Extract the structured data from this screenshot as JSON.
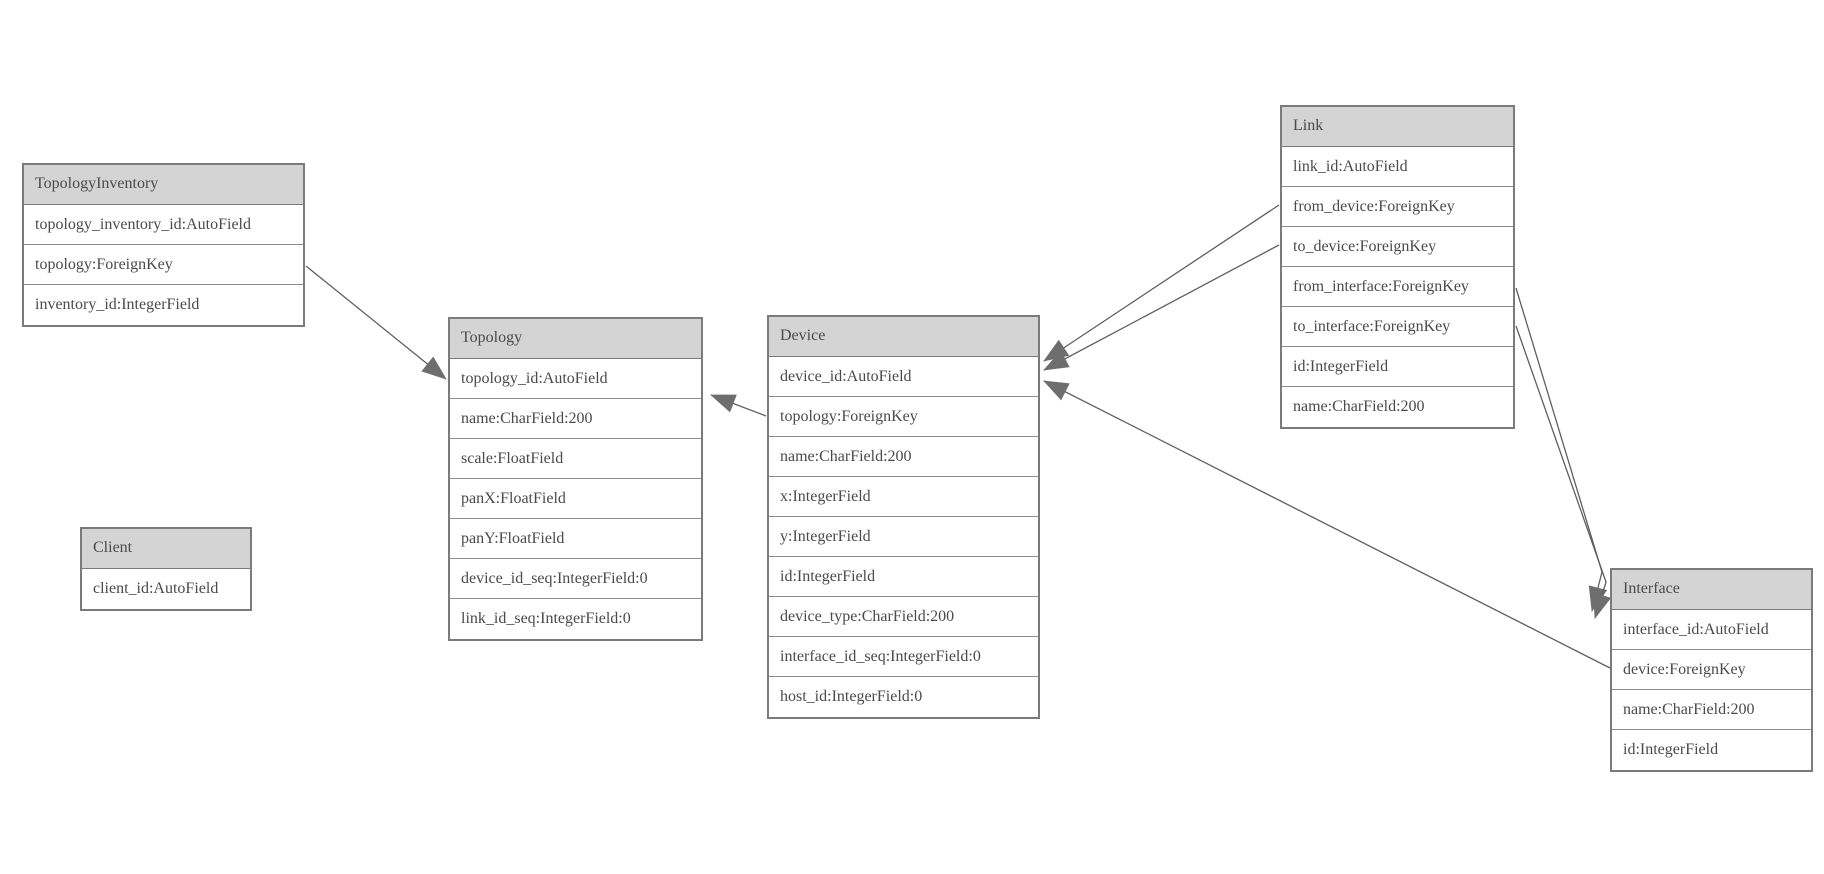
{
  "diagram": {
    "colors": {
      "background": "#ffffff",
      "header_fill": "#d4d4d4",
      "table_border": "#7b7b7b",
      "row_divider": "#8b8b8b",
      "text": "#4a4a4a",
      "edge_line": "#5f5f5f",
      "arrowhead_fill": "#6e6e6e"
    }
  },
  "tables": [
    {
      "name": "TopologyInventory",
      "fields": [
        "topology_inventory_id:AutoField",
        "topology:ForeignKey",
        "inventory_id:IntegerField"
      ]
    },
    {
      "name": "Topology",
      "fields": [
        "topology_id:AutoField",
        "name:CharField:200",
        "scale:FloatField",
        "panX:FloatField",
        "panY:FloatField",
        "device_id_seq:IntegerField:0",
        "link_id_seq:IntegerField:0"
      ]
    },
    {
      "name": "Client",
      "fields": [
        "client_id:AutoField"
      ]
    },
    {
      "name": "Device",
      "fields": [
        "device_id:AutoField",
        "topology:ForeignKey",
        "name:CharField:200",
        "x:IntegerField",
        "y:IntegerField",
        "id:IntegerField",
        "device_type:CharField:200",
        "interface_id_seq:IntegerField:0",
        "host_id:IntegerField:0"
      ]
    },
    {
      "name": "Link",
      "fields": [
        "link_id:AutoField",
        "from_device:ForeignKey",
        "to_device:ForeignKey",
        "from_interface:ForeignKey",
        "to_interface:ForeignKey",
        "id:IntegerField",
        "name:CharField:200"
      ]
    },
    {
      "name": "Interface",
      "fields": [
        "interface_id:AutoField",
        "device:ForeignKey",
        "name:CharField:200",
        "id:IntegerField"
      ]
    }
  ],
  "relationships": [
    {
      "from": "TopologyInventory.topology",
      "to": "Topology"
    },
    {
      "from": "Device.topology",
      "to": "Topology"
    },
    {
      "from": "Link.from_device",
      "to": "Device"
    },
    {
      "from": "Link.to_device",
      "to": "Device"
    },
    {
      "from": "Link.from_interface",
      "to": "Interface"
    },
    {
      "from": "Link.to_interface",
      "to": "Interface"
    },
    {
      "from": "Interface.device",
      "to": "Device"
    }
  ]
}
